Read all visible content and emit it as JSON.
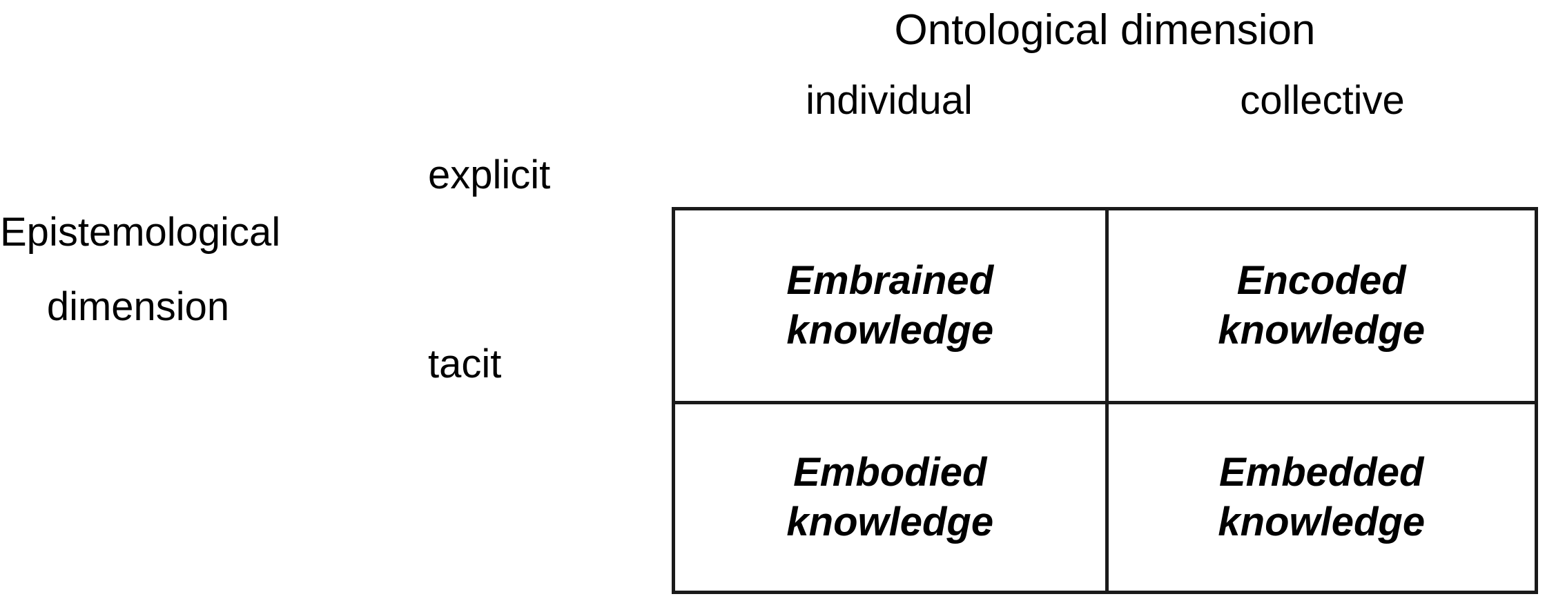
{
  "figure": {
    "type": "2x2-matrix",
    "column_dimension_label": "Ontological dimension",
    "row_dimension_label_line1": "Epistemological",
    "row_dimension_label_line2": "dimension",
    "column_headers": [
      "individual",
      "collective"
    ],
    "row_headers": [
      "explicit",
      "tacit"
    ],
    "cells": [
      [
        {
          "line1": "Embrained",
          "line2": "knowledge"
        },
        {
          "line1": "Encoded",
          "line2": "knowledge"
        }
      ],
      [
        {
          "line1": "Embodied",
          "line2": "knowledge"
        },
        {
          "line1": "Embedded",
          "line2": "knowledge"
        }
      ]
    ],
    "colors": {
      "background": "#ffffff",
      "text": "#000000",
      "border": "#1a1a1a"
    }
  }
}
